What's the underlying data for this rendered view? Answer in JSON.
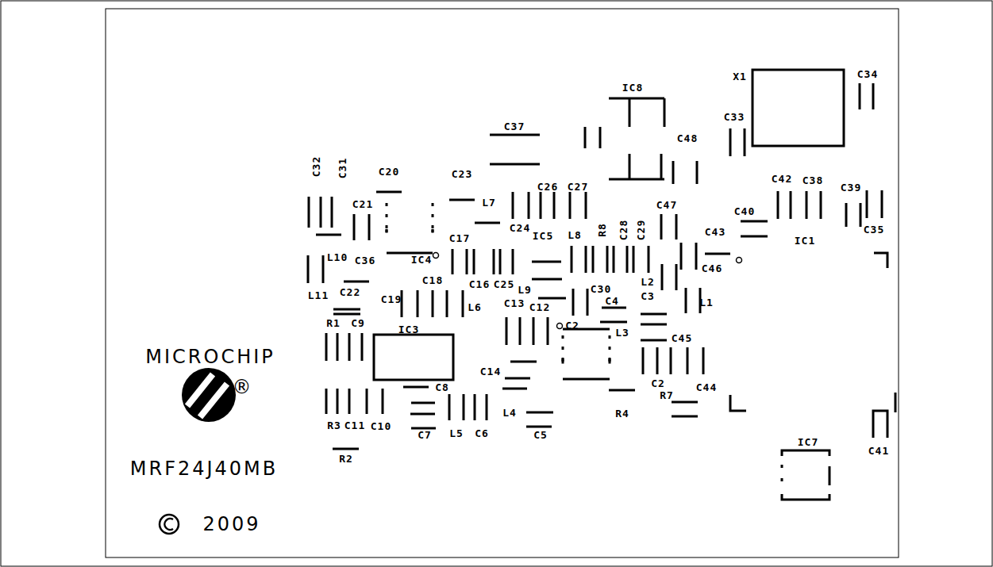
{
  "diagram": {
    "labels": [
      "X1",
      "C34",
      "IC8",
      "C33",
      "C37",
      "C48",
      "C20",
      "C23",
      "C32",
      "C31",
      "C42",
      "C38",
      "C39",
      "C26",
      "C27",
      "C21",
      "L7",
      "R8",
      "C28",
      "C29",
      "C47",
      "C40",
      "C24",
      "IC5",
      "L8",
      "C43",
      "C35",
      "IC1",
      "C17",
      "L10",
      "C36",
      "IC4",
      "C46",
      "C18",
      "C16",
      "C25",
      "L9",
      "C30",
      "C4",
      "L2",
      "C3",
      "L1",
      "L11",
      "C22",
      "C19",
      "L6",
      "C13",
      "C12",
      "C2",
      "L3",
      "C45",
      "R1",
      "C9",
      "IC3",
      "MICROCHIP",
      "®",
      "C14",
      "C2",
      "R7",
      "C44",
      "C8",
      "L4",
      "R4",
      "R3",
      "C11",
      "C10",
      "C7",
      "L5",
      "C6",
      "C5",
      "R2",
      "IC7",
      "C41",
      "MRF24J40MB",
      "2009"
    ]
  }
}
